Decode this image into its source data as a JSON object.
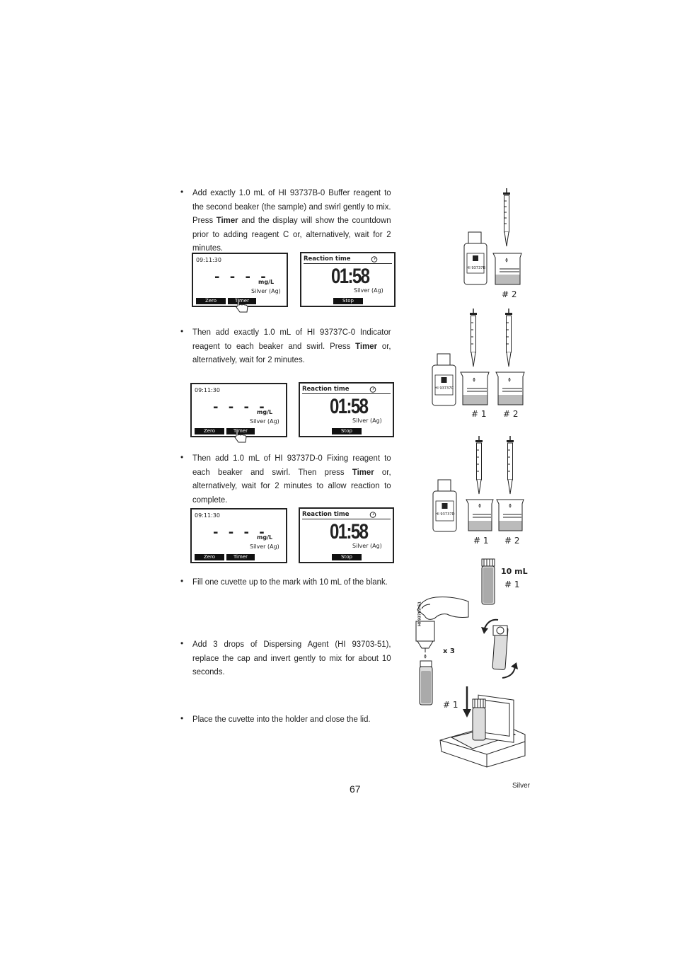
{
  "steps": [
    {
      "text_parts": [
        "Add exactly 1.0 mL of HI 93737B-0 Buffer reagent to the second beaker (the sample) and swirl gently to mix. Press ",
        "Timer",
        " and the display will show the countdown prior to adding reagent C or, alternatively, wait for 2 minutes."
      ]
    },
    {
      "text_parts": [
        "Then add exactly 1.0 mL of HI 93737C-0 Indicator reagent to each beaker and swirl. Press ",
        "Timer",
        " or, alternatively, wait for 2 minutes."
      ]
    },
    {
      "text_parts": [
        "Then add 1.0 mL of HI 93737D-0 Fixing reagent to each beaker and swirl. Then press ",
        "Timer",
        " or, alternatively, wait for 2 minutes to allow reaction to complete."
      ]
    },
    {
      "text_parts": [
        "Fill one cuvette up to the mark with 10 mL of the blank.",
        "",
        ""
      ]
    },
    {
      "text_parts": [
        "Add 3 drops of Dispersing Agent (HI 93703-51), replace the cap and invert gently to mix for about 10 seconds.",
        "",
        ""
      ]
    },
    {
      "text_parts": [
        "Place the cuvette into the holder and close the lid.",
        "",
        ""
      ]
    }
  ],
  "screen_main": {
    "time": "09:11:30",
    "dashes": "- - - -",
    "unit": "mg/L",
    "parameter": "Silver (Ag)",
    "softkey_left": "Zero",
    "softkey_right": "Timer"
  },
  "screen_timer": {
    "title": "Reaction time",
    "countdown": "01:58",
    "parameter": "Silver (Ag)",
    "softkey": "Stop"
  },
  "illustrations": {
    "bottle_b": "HI 93737B",
    "bottle_c": "HI 93737C",
    "bottle_d": "HI 93737D",
    "dispersing_bottle": "HI 93703-51",
    "beaker_1": "# 1",
    "beaker_2": "# 2",
    "volume": "10 mL",
    "drops": "x 3"
  },
  "footer": {
    "page_number": "67",
    "section": "Silver"
  }
}
